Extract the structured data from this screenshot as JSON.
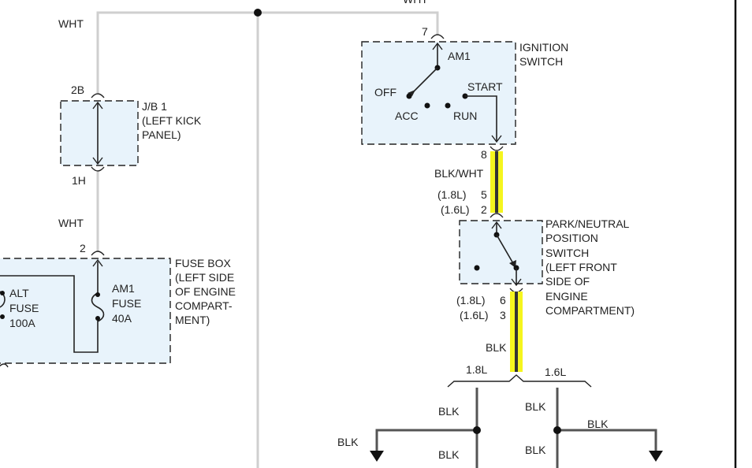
{
  "wires": {
    "top_right_color": "WHT",
    "jb_top_color": "WHT",
    "jb_bottom_color": "WHT",
    "ign_out_color": "BLK/WHT",
    "pn_out_color": "BLK",
    "ground_left_1": "BLK",
    "ground_left_2": "BLK",
    "ground_left_3": "BLK",
    "ground_right_1": "BLK",
    "ground_right_2": "BLK",
    "ground_right_3": "BLK"
  },
  "jb1": {
    "pin_top": "2B",
    "pin_bottom": "1H",
    "label_lines": [
      "J/B 1",
      "(LEFT KICK",
      "PANEL)"
    ]
  },
  "ignition_switch": {
    "pin_in": "7",
    "pin_out": "8",
    "contact_am1": "AM1",
    "pos_off": "OFF",
    "pos_acc": "ACC",
    "pos_run": "RUN",
    "pos_start": "START",
    "label_lines": [
      "IGNITION",
      "SWITCH"
    ]
  },
  "pn_switch": {
    "in_pin_18_label": "(1.8L)",
    "in_pin_18": "5",
    "in_pin_16_label": "(1.6L)",
    "in_pin_16": "2",
    "out_pin_18_label": "(1.8L)",
    "out_pin_18": "6",
    "out_pin_16_label": "(1.6L)",
    "out_pin_16": "3",
    "label_lines": [
      "PARK/NEUTRAL",
      "POSITION",
      "SWITCH",
      "(LEFT FRONT",
      "SIDE OF",
      "ENGINE",
      "COMPARTMENT)"
    ]
  },
  "fuse_box": {
    "pin_top": "2",
    "alt_fuse_lines": [
      "ALT",
      "FUSE",
      "100A"
    ],
    "am1_fuse_lines": [
      "AM1",
      "FUSE",
      "40A"
    ],
    "label_lines": [
      "FUSE BOX",
      "(LEFT SIDE",
      "OF ENGINE",
      "COMPART-",
      "MENT)"
    ]
  },
  "engine_split": {
    "left": "1.8L",
    "right": "1.6L"
  },
  "colors": {
    "highlight": "#f5f51e",
    "box_fill": "#e8f3fb",
    "wire_gray": "#cfcfcf"
  }
}
